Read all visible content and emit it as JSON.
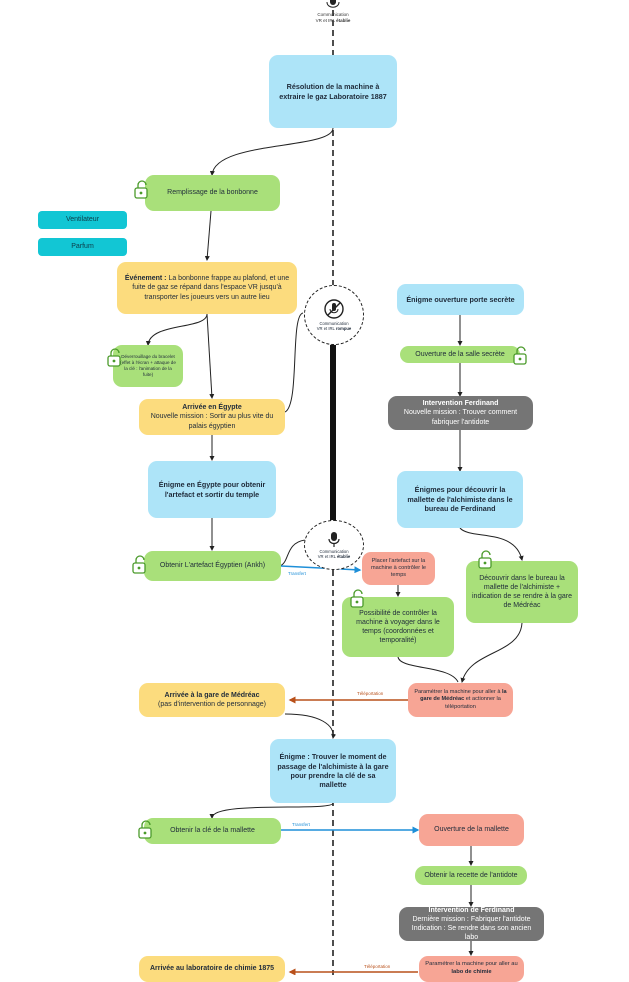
{
  "top_comm": {
    "line1": "Communication",
    "line2": "VR et IRL ",
    "line2_bold": "établie"
  },
  "circle_cut": {
    "line1": "Communication",
    "line2": "VR et IRL ",
    "line2_bold": "rompue"
  },
  "circle_ok": {
    "line1": "Communication",
    "line2": "VR et IRL ",
    "line2_bold": "établie"
  },
  "nodes": {
    "resolution": "Résolution de la machine à extraire le gaz Laboratoire 1887",
    "remplissage": "Remplissage de la bonbonne",
    "ventilateur": "Ventilateur",
    "parfum": "Parfum",
    "evenement_bold": "Événement :",
    "evenement_text": " La bonbonne frappe au plafond, et une fuite de gaz se répand dans l'espace VR jusqu'à transporter les joueurs vers un autre lieu",
    "deverrouillage": "Déverrouillage du bracelet (effet à l'écran + attaque de la clé : l'animation de la fuite)",
    "arrivee_egypte_title": "Arrivée en Égypte",
    "arrivee_egypte_text": "Nouvelle mission : Sortir au plus vite du palais égyptien",
    "enigme_egypte": "Énigme en Égypte pour obtenir l'artefact et sortir du temple",
    "obtenir_artefact": "Obtenir L'artefact Égyptien (Ankh)",
    "enigme_porte": "Énigme ouverture porte secrète",
    "ouverture_salle": "Ouverture de la salle secrète",
    "ferdinand_title": "Intervention Ferdinand",
    "ferdinand_text": "Nouvelle mission : Trouver comment fabriquer l'antidote",
    "enigmes_mallette": "Énigmes pour découvrir la mallette de l'alchimiste dans le bureau de Ferdinand",
    "decouvrir": "Découvrir dans le bureau la mallette de l'alchimiste + indication de se rendre à la gare de Médréac",
    "placer_artefact": "Placer l'artefact sur la machine à contrôler le temps",
    "possibilite": "Possibilité de contrôler la machine à voyager dans le temps (coordonnées et temporalité)",
    "parametrer1_a": "Paramétrer la machine pour aller à ",
    "parametrer1_b": "la gare de Médréac",
    "parametrer1_c": " et actionner la téléportation",
    "arrivee_gare_title": "Arrivée à la gare de Médréac",
    "arrivee_gare_text": "(pas d'intervention de personnage)",
    "enigme_gare": "Énigme : Trouver le moment de passage de l'alchimiste à la gare pour prendre la clé de sa mallette",
    "obtenir_cle": "Obtenir la clé de la mallette",
    "ouverture_mallette": "Ouverture de la mallette",
    "obtenir_recette": "Obtenir la recette de l'antidote",
    "ferdinand2_title": "Intervention de Ferdinand",
    "ferdinand2_l1": "Dernière mission : Fabriquer l'antidote",
    "ferdinand2_l2": "Indication : Se rendre dans son ancien labo",
    "arrivee_labo": "Arrivée au laboratoire de chimie 1875",
    "parametrer2_a": "Paramétrer la machine pour aller au ",
    "parametrer2_b": "labo de chimie"
  },
  "edge_labels": {
    "transfer1": "Transfert",
    "teleport1": "Téléportation",
    "transfer2": "Transfert",
    "teleport2": "Téléportation"
  },
  "colors": {
    "blue": "#ade4f8",
    "green": "#a9e07a",
    "yellow": "#fcdc7e",
    "salmon": "#f7a595",
    "gray": "#757575",
    "cyan": "#12c6d4",
    "teleport": "#b9501a",
    "transfer": "#1e8fd8"
  }
}
